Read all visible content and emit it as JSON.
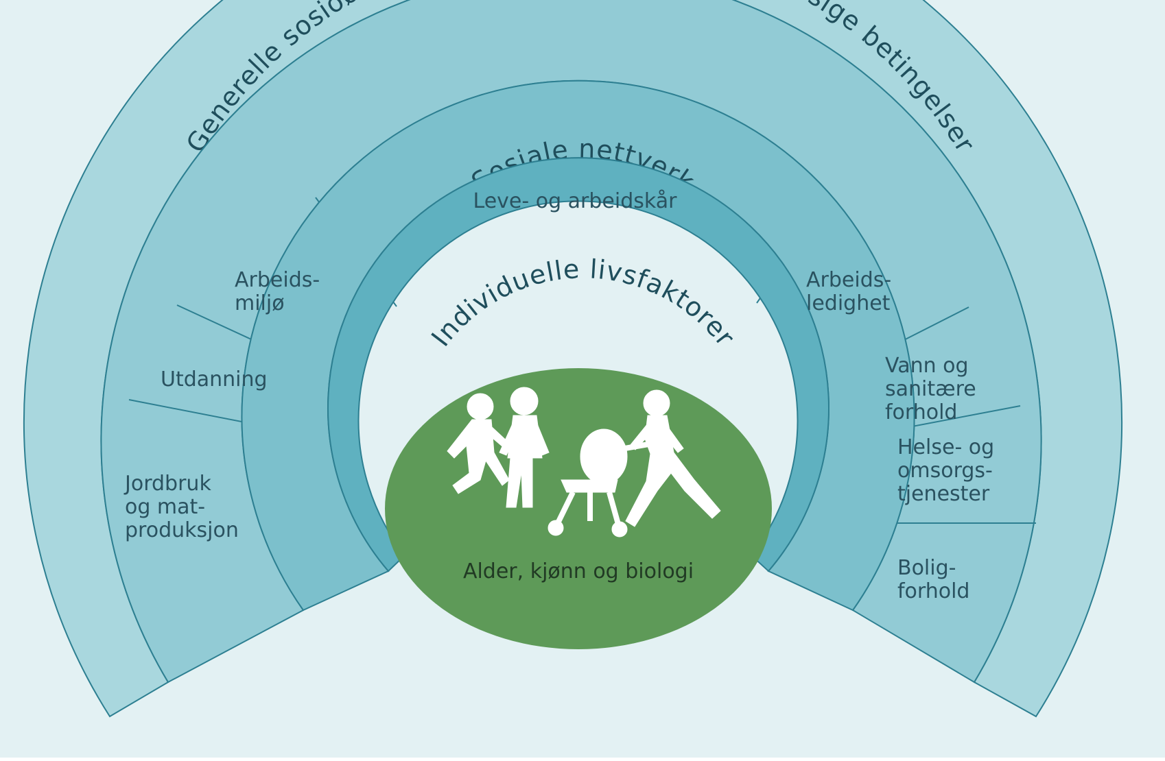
{
  "colors": {
    "background": "#e3f1f3",
    "outer_ring": "#a9d7de",
    "mid_ring": "#92cbd5",
    "social_ring": "#7cc0cc",
    "individual_ring": "#5fb1c0",
    "core": "#5e9a58",
    "stroke": "#2d7f91",
    "figures": "#ffffff"
  },
  "outer_ring": {
    "label": "Generelle sosioøkonomiske, kulturelle og miljømessige betingelser"
  },
  "living_conditions": {
    "top_label": "Leve- og arbeidskår",
    "left": [
      {
        "lines": [
          "Jordbruk",
          "og mat-",
          "produksjon"
        ]
      },
      {
        "lines": [
          "Utdanning"
        ]
      },
      {
        "lines": [
          "Arbeids-",
          "miljø"
        ]
      }
    ],
    "right": [
      {
        "lines": [
          "Arbeids-",
          "ledighet"
        ]
      },
      {
        "lines": [
          "Vann og",
          "sanitære",
          "forhold"
        ]
      },
      {
        "lines": [
          "Helse- og",
          "omsorgs-",
          "tjenester"
        ]
      },
      {
        "lines": [
          "Bolig-",
          "forhold"
        ]
      }
    ]
  },
  "social_ring": {
    "label": "Sosiale nettverk"
  },
  "individual_ring": {
    "label": "Individuelle livsfaktorer"
  },
  "core": {
    "label": "Alder, kjønn og biologi",
    "figure_icon": "people-running-with-stroller-icon"
  }
}
